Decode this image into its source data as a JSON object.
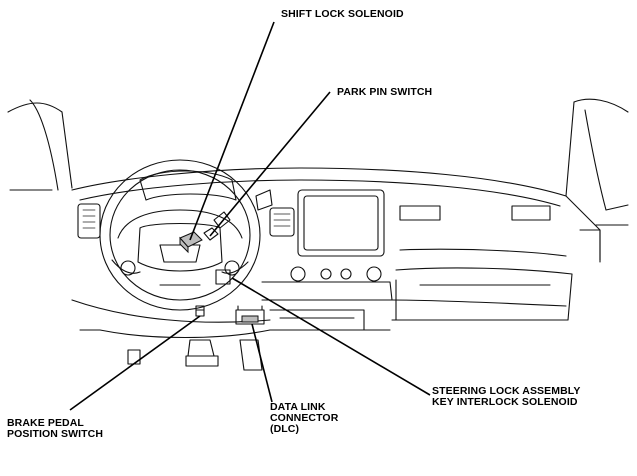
{
  "labels": {
    "shift_lock_solenoid": "SHIFT LOCK SOLENOID",
    "park_pin_switch": "PARK PIN SWITCH",
    "steering_lock": [
      "STEERING LOCK ASSEMBLY",
      "KEY INTERLOCK SOLENOID"
    ],
    "brake_pedal": [
      "BRAKE PEDAL",
      "POSITION SWITCH"
    ],
    "dlc": [
      "DATA LINK",
      "CONNECTOR",
      "(DLC)"
    ]
  }
}
